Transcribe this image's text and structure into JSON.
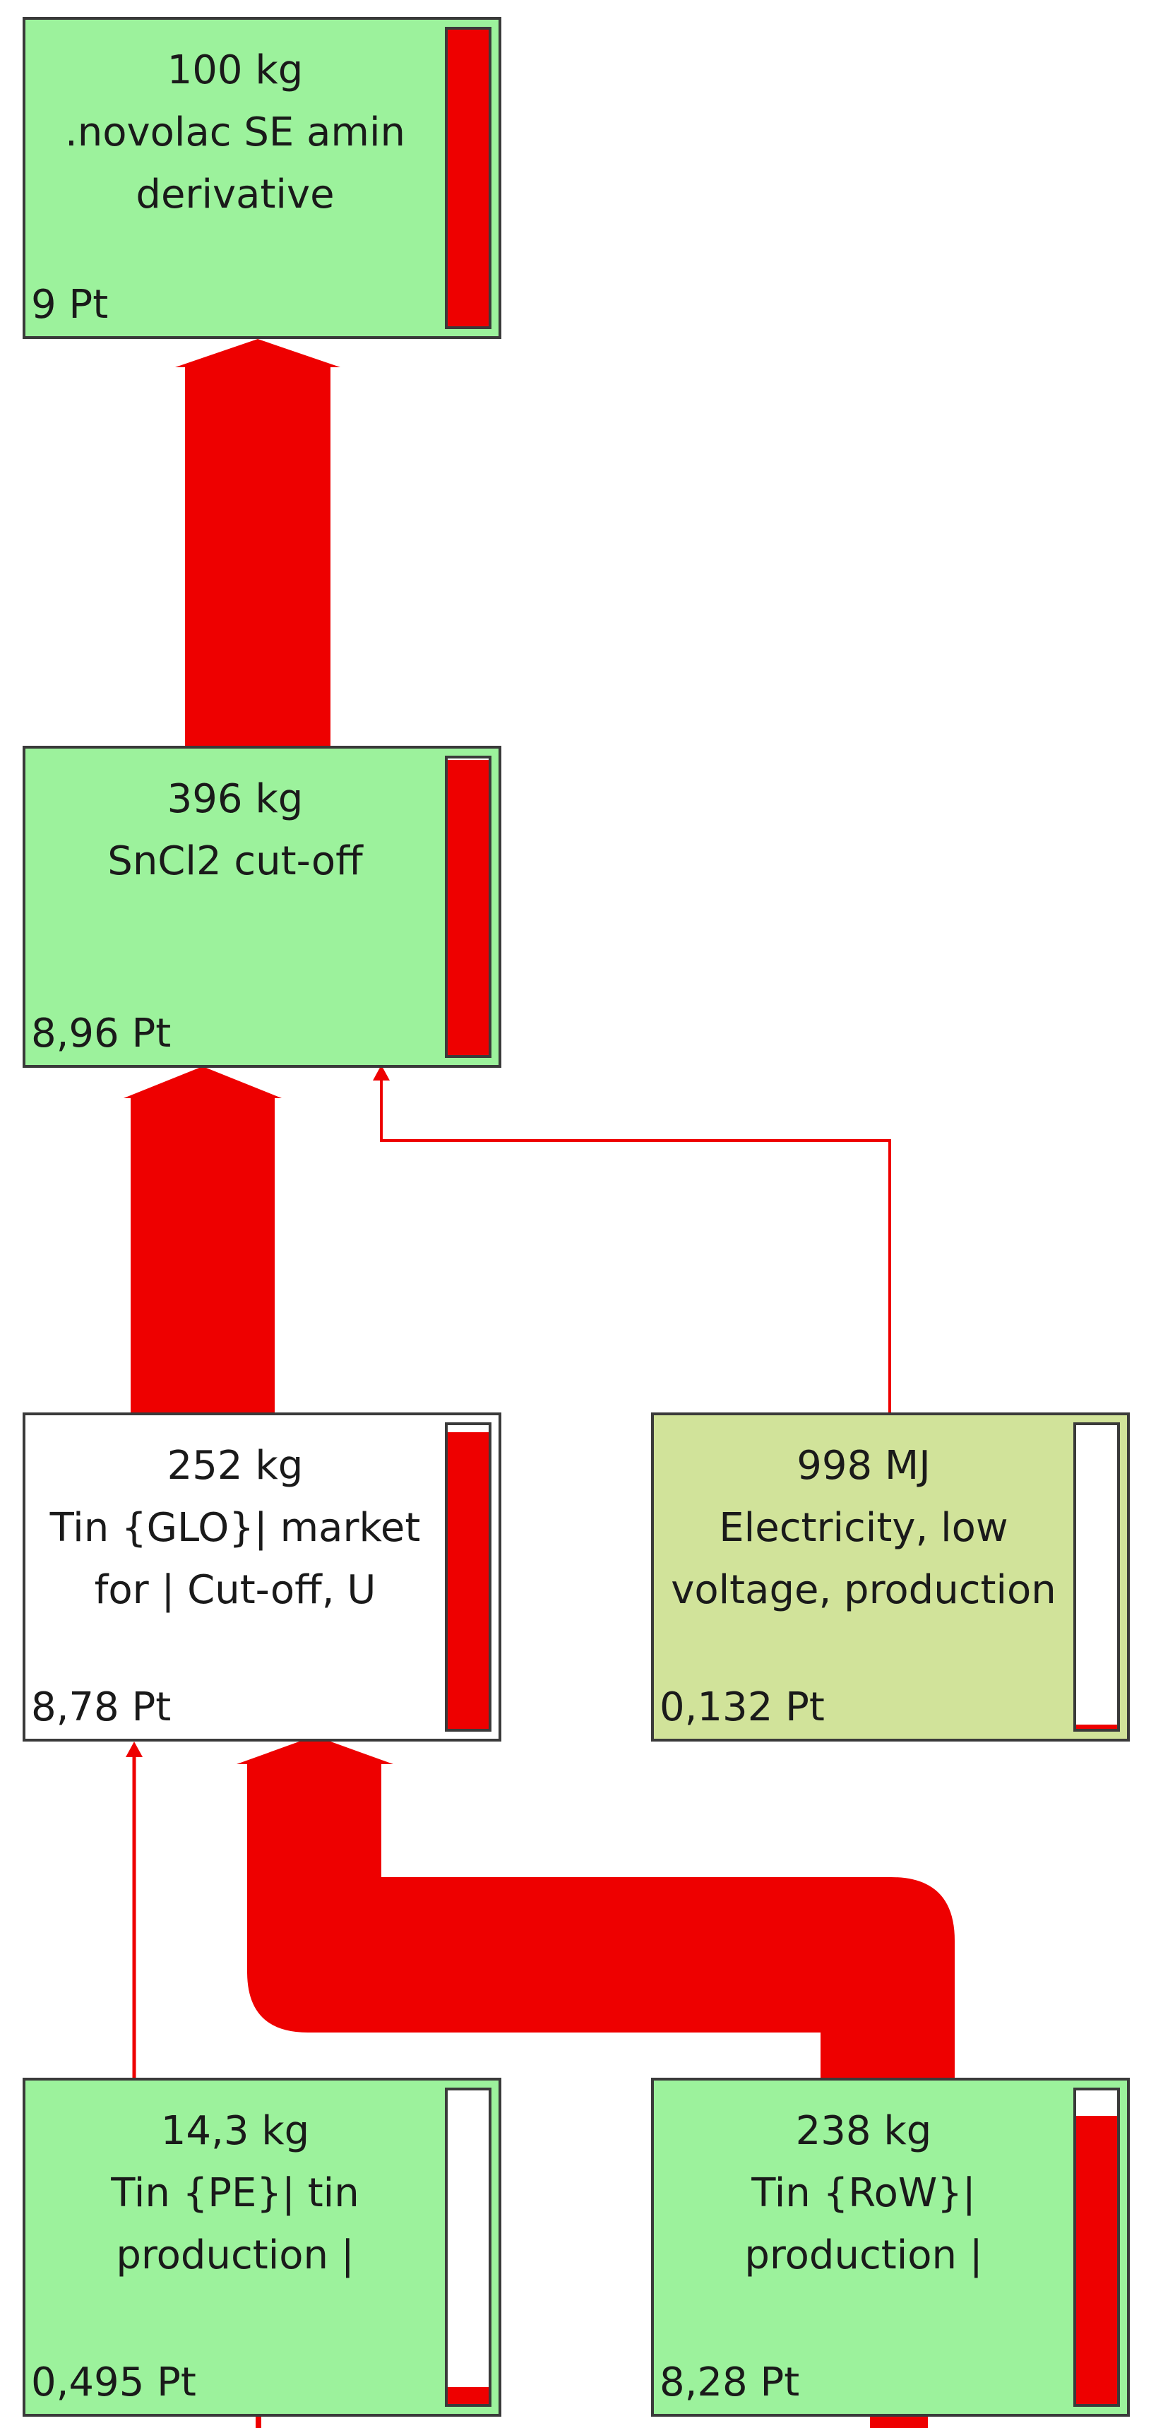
{
  "colors": {
    "flow": "#ee0000",
    "node_green": "#9cf29c",
    "node_olive": "#d1e39a",
    "node_white": "#ffffff",
    "bar_fill": "#ee0000"
  },
  "nodes": [
    {
      "id": "novolac",
      "amount": "100 kg",
      "name_lines": [
        ".novolac SE amin",
        "derivative"
      ],
      "score": "9 Pt",
      "score_fraction": 1.0,
      "color": "#9cf29c"
    },
    {
      "id": "sncl2",
      "amount": "396 kg",
      "name_lines": [
        "SnCl2 cut-off"
      ],
      "score": "8,96 Pt",
      "score_fraction": 0.996,
      "color": "#9cf29c"
    },
    {
      "id": "tin_glo",
      "amount": "252 kg",
      "name_lines": [
        "Tin {GLO}| market",
        "for | Cut-off, U"
      ],
      "score": "8,78 Pt",
      "score_fraction": 0.976,
      "color": "#ffffff"
    },
    {
      "id": "electricity",
      "amount": "998 MJ",
      "name_lines": [
        "Electricity, low",
        "voltage, production"
      ],
      "score": "0,132 Pt",
      "score_fraction": 0.015,
      "color": "#d1e39a"
    },
    {
      "id": "tin_pe",
      "amount": "14,3 kg",
      "name_lines": [
        "Tin {PE}| tin",
        "production |"
      ],
      "score": "0,495 Pt",
      "score_fraction": 0.055,
      "color": "#9cf29c"
    },
    {
      "id": "tin_row",
      "amount": "238 kg",
      "name_lines": [
        "Tin {RoW}|",
        "production |"
      ],
      "score": "8,28 Pt",
      "score_fraction": 0.92,
      "color": "#9cf29c"
    }
  ]
}
